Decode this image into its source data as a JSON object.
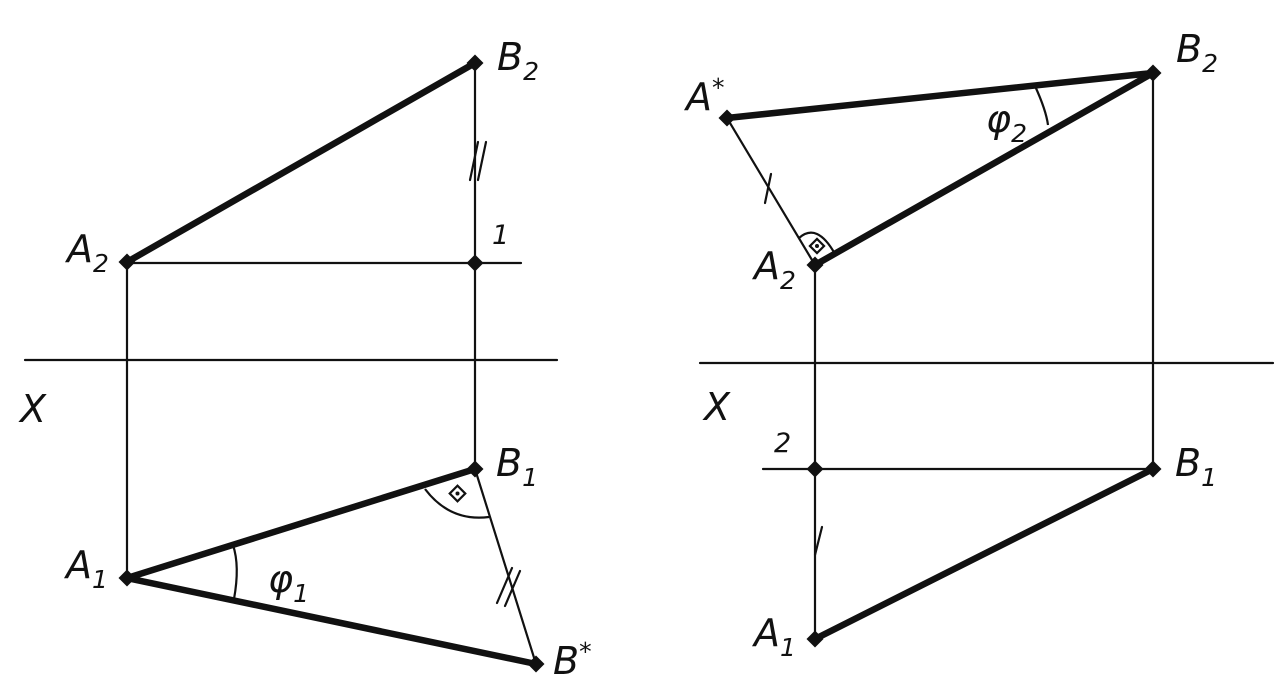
{
  "left_panel": {
    "axis_label": "X",
    "points": {
      "A2": {
        "letter": "A",
        "sub": "2"
      },
      "B2": {
        "letter": "B",
        "sub": "2"
      },
      "A1": {
        "letter": "A",
        "sub": "1"
      },
      "B1": {
        "letter": "B",
        "sub": "1"
      },
      "Bstar": {
        "letter": "B",
        "sub": "*"
      }
    },
    "point_1_label": "1",
    "angle": {
      "letter": "φ",
      "sub": "1"
    }
  },
  "right_panel": {
    "axis_label": "X",
    "points": {
      "Astar": {
        "letter": "A",
        "sub": "*"
      },
      "B2": {
        "letter": "B",
        "sub": "2"
      },
      "A2": {
        "letter": "A",
        "sub": "2"
      },
      "B1": {
        "letter": "B",
        "sub": "1"
      },
      "A1": {
        "letter": "A",
        "sub": "1"
      }
    },
    "point_2_label": "2",
    "angle": {
      "letter": "φ",
      "sub": "2"
    }
  }
}
